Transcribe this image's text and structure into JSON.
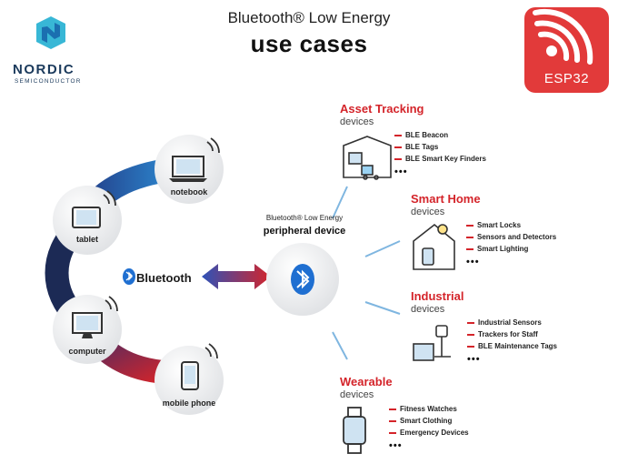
{
  "header": {
    "title_line1": "Bluetooth® Low Energy",
    "title_line2": "use cases"
  },
  "logos": {
    "nordic_name": "NORDIC",
    "nordic_sub": "SEMICONDUCTOR",
    "esp_label": "ESP32"
  },
  "central_devices": [
    {
      "label": "notebook",
      "icon": "laptop-icon"
    },
    {
      "label": "tablet",
      "icon": "tablet-icon"
    },
    {
      "label": "computer",
      "icon": "monitor-icon"
    },
    {
      "label": "mobile phone",
      "icon": "phone-icon"
    }
  ],
  "bluetooth_label": "Bluetooth",
  "peripheral": {
    "line1": "Bluetooth® Low Energy",
    "line2": "peripheral device"
  },
  "categories": [
    {
      "title": "Asset Tracking",
      "sub": "devices",
      "items": [
        "BLE Beacon",
        "BLE Tags",
        "BLE Smart Key Finders"
      ],
      "more": "•••"
    },
    {
      "title": "Smart Home",
      "sub": "devices",
      "items": [
        "Smart Locks",
        "Sensors and Detectors",
        "Smart Lighting"
      ],
      "more": "•••"
    },
    {
      "title": "Industrial",
      "sub": "devices",
      "items": [
        "Industrial Sensors",
        "Trackers for Staff",
        "BLE Maintenance Tags"
      ],
      "more": "•••"
    },
    {
      "title": "Wearable",
      "sub": "devices",
      "items": [
        "Fitness Watches",
        "Smart Clothing",
        "Emergency Devices"
      ],
      "more": "•••"
    }
  ],
  "colors": {
    "accent_red": "#d4242a",
    "arc_blue": "#2563a8",
    "arc_navy": "#1c2a55",
    "bluetooth_blue": "#1f6fd1"
  }
}
